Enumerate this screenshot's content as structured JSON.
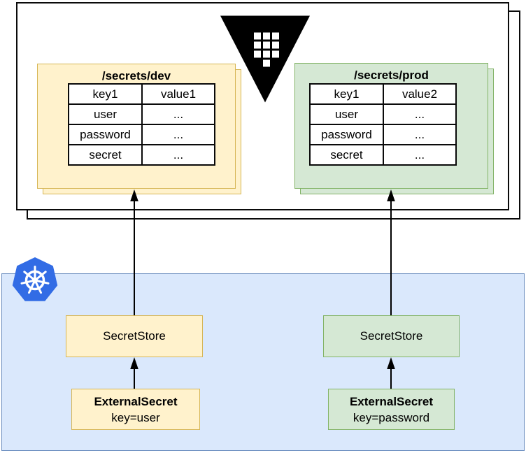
{
  "diagram": {
    "vault": {
      "icon": "vault-icon",
      "dev_panel": {
        "title": "/secrets/dev",
        "rows": [
          [
            "key1",
            "value1"
          ],
          [
            "user",
            "..."
          ],
          [
            "password",
            "..."
          ],
          [
            "secret",
            "..."
          ]
        ]
      },
      "prod_panel": {
        "title": "/secrets/prod",
        "rows": [
          [
            "key1",
            "value2"
          ],
          [
            "user",
            "..."
          ],
          [
            "password",
            "..."
          ],
          [
            "secret",
            "..."
          ]
        ]
      }
    },
    "kubernetes": {
      "icon": "kubernetes-icon",
      "dev": {
        "secret_store_label": "SecretStore",
        "external_secret_label": "ExternalSecret",
        "external_secret_key": "key=user"
      },
      "prod": {
        "secret_store_label": "SecretStore",
        "external_secret_label": "ExternalSecret",
        "external_secret_key": "key=password"
      }
    },
    "colors": {
      "vault_logo": "#000000",
      "dev_fill": "#FFF2CC",
      "dev_stroke": "#D6B656",
      "prod_fill": "#D5E8D4",
      "prod_stroke": "#82B366",
      "k8s_zone_fill": "#DAE8FC",
      "k8s_zone_stroke": "#6C8EBF",
      "k8s_logo": "#326CE5"
    }
  }
}
